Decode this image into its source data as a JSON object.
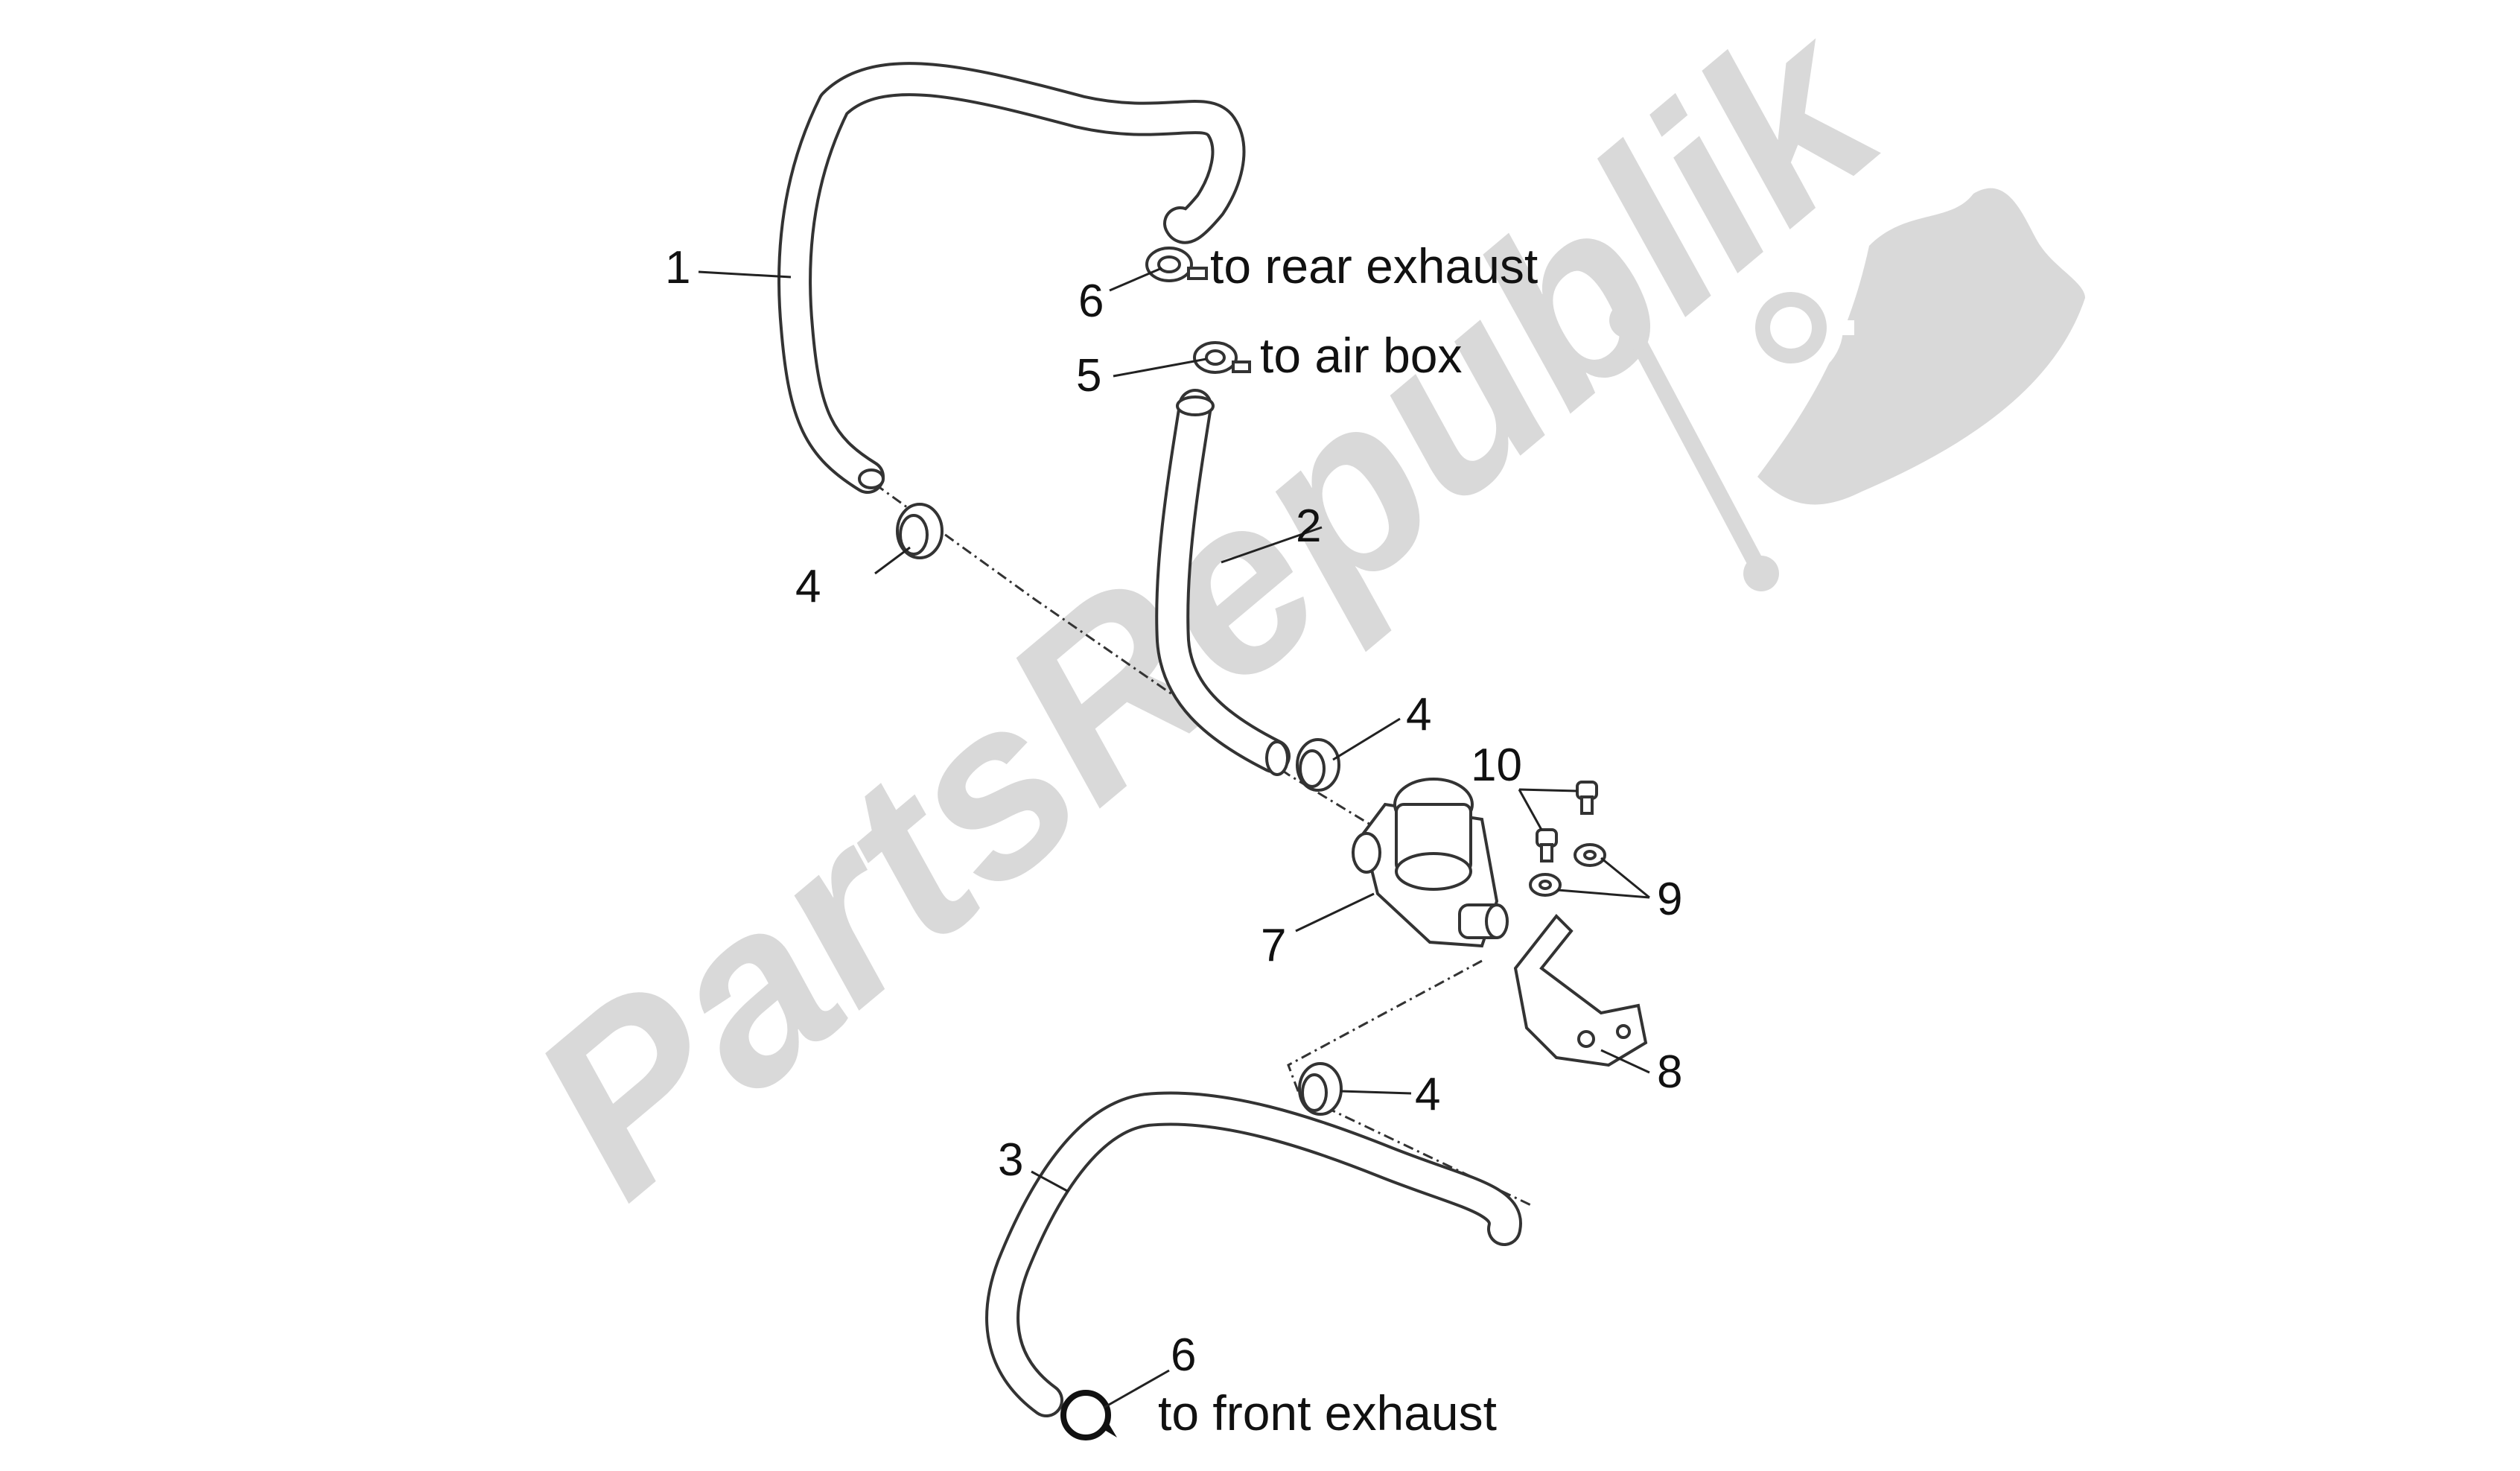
{
  "watermark": {
    "text": "PartsRepublik",
    "color": "#d9d9d9",
    "logo_icon": "gear-flag-icon"
  },
  "labels": {
    "callout_1": "1",
    "callout_2": "2",
    "callout_3": "3",
    "callout_4a": "4",
    "callout_4b": "4",
    "callout_4c": "4",
    "callout_5": "5",
    "callout_6a": "6",
    "callout_6b": "6",
    "callout_7": "7",
    "callout_8": "8",
    "callout_9": "9",
    "callout_10": "10"
  },
  "annotations": {
    "rear_exhaust": "to rear exhaust",
    "air_box": "to air box",
    "front_exhaust": "to front exhaust"
  }
}
